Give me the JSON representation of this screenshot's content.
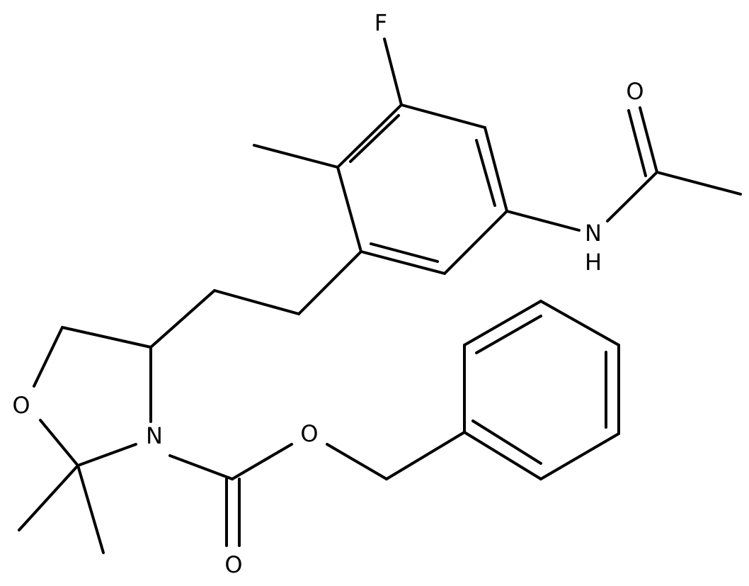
{
  "colors": {
    "background": "#ffffff",
    "ink": "#000000"
  },
  "atoms": {
    "fluorine": "F",
    "carbonyl_oxygen_acetyl": "O",
    "amide_nitrogen": "N",
    "amide_hydrogen": "H",
    "ring_oxygen": "O",
    "ring_nitrogen": "N",
    "ester_oxygen": "O",
    "carbamate_carbonyl_oxygen": "O"
  }
}
